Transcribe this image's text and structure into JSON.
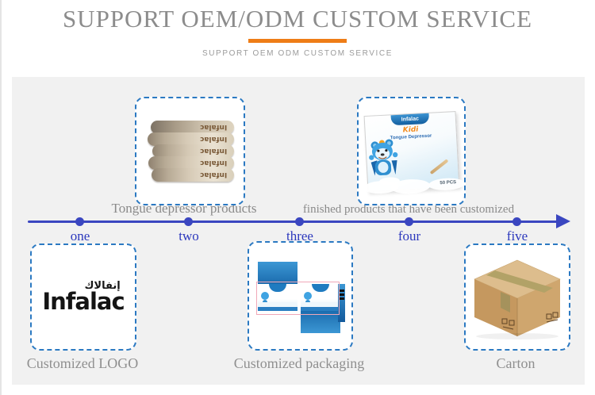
{
  "header": {
    "title": "SUPPORT OEM/ODM CUSTOM SERVICE",
    "subtitle": "SUPPORT OEM ODM CUSTOM SERVICE",
    "accent_color": "#ee7d17"
  },
  "timeline": {
    "line_color": "#3a46c0",
    "steps": [
      {
        "label": "one"
      },
      {
        "label": "two"
      },
      {
        "label": "three"
      },
      {
        "label": "four"
      },
      {
        "label": "five"
      }
    ],
    "captions": {
      "step_two": "Tongue depressor products",
      "step_four": "finished products that have been customized"
    }
  },
  "cards": {
    "tongue_depressor": {
      "stick_text": "Infalac",
      "stick_count": 5
    },
    "product_box": {
      "brand": "Infalac",
      "series": "Kidi",
      "product": "Tongue Depressor",
      "count": "50 PCS"
    },
    "logo": {
      "arabic": "إنفالاك",
      "brand": "Infalac",
      "caption": "Customized LOGO"
    },
    "packaging": {
      "caption": "Customized packaging"
    },
    "carton": {
      "caption": "Carton"
    }
  },
  "colors": {
    "accent_orange": "#ee7d17",
    "timeline_blue": "#3a46c0",
    "step_label_blue": "#2c38bd",
    "dashed_border_blue": "#2b79c2",
    "panel_gray": "#f1f1f1",
    "title_gray": "#8c8c8c",
    "caption_gray": "#8a8a8a"
  }
}
